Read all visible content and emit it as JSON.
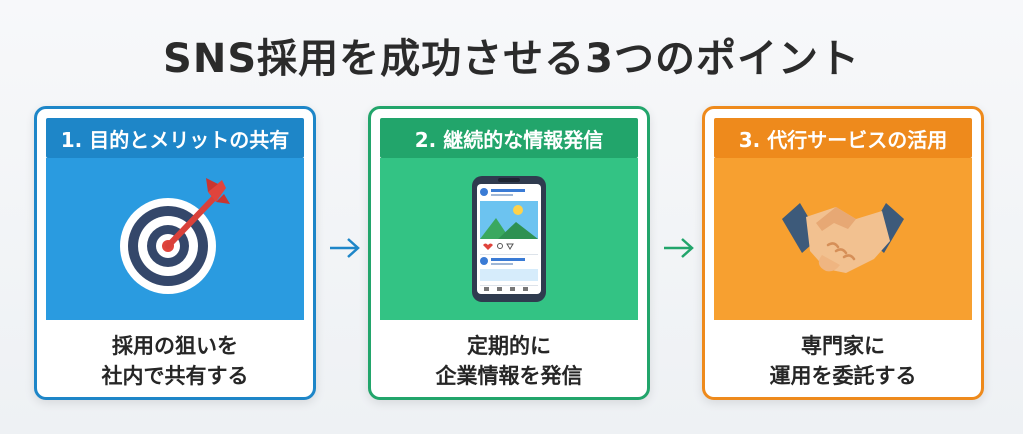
{
  "title": "SNS採用を成功させる3つのポイント",
  "colors": {
    "blue": "#1e86c8",
    "green": "#22a56b",
    "orange": "#ee8a1c"
  },
  "cards": [
    {
      "header": "1. 目的とメリットの共有",
      "caption": [
        "採用の狙いを",
        "社内で共有する"
      ],
      "icon": "target-with-arrow-icon"
    },
    {
      "header": "2. 継続的な情報発信",
      "caption": [
        "定期的に",
        "企業情報を発信"
      ],
      "icon": "smartphone-social-feed-icon"
    },
    {
      "header": "3. 代行サービスの活用",
      "caption": [
        "専門家に",
        "運用を委託する"
      ],
      "icon": "handshake-icon"
    }
  ]
}
